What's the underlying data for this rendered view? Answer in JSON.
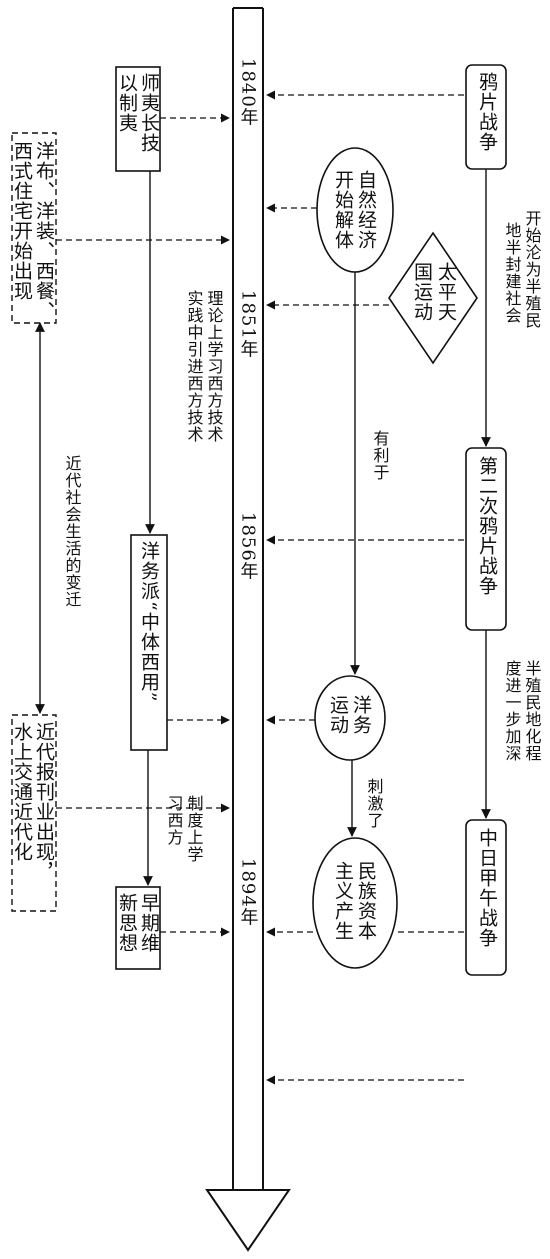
{
  "timeline": {
    "years": [
      "1840年",
      "1851年",
      "1856年",
      "1894年"
    ]
  },
  "events": {
    "opium_war": "鸦片战争",
    "taiping": "太平天国运动",
    "second_opium_war": "第二次鸦片战争",
    "sino_japanese_war": "中日甲午战争"
  },
  "connector_labels": {
    "semi_colonial_1": "开始沦为半殖民",
    "semi_colonial_2": "地半封建社会",
    "deepen_1": "半殖民地化程",
    "deepen_2": "度进一步加深",
    "favorable": "有利于",
    "stimulated": "刺激了",
    "theory_1": "理论上学习西方技术",
    "theory_2": "实践中引进西方技术",
    "system_1": "制度上学",
    "system_2": "习西方",
    "social_change": "近代社会生活的变迁"
  },
  "economy": {
    "natural_economy": [
      "自然经济",
      "开始解体"
    ],
    "westernization": [
      "洋务",
      "运动"
    ],
    "capitalism": [
      "民族资本",
      "主义产生"
    ]
  },
  "thought": {
    "learn_west": [
      "师夷长技",
      "以制夷"
    ],
    "westernization_school": "洋务派“中体西用”",
    "early_reform": [
      "早期维",
      "新思想"
    ]
  },
  "social_life": {
    "box1": [
      "洋布、洋装、西餐、",
      "西式住宅开始出现"
    ],
    "box2": [
      "近代报刊业出现，",
      "水上交通近代化"
    ]
  }
}
